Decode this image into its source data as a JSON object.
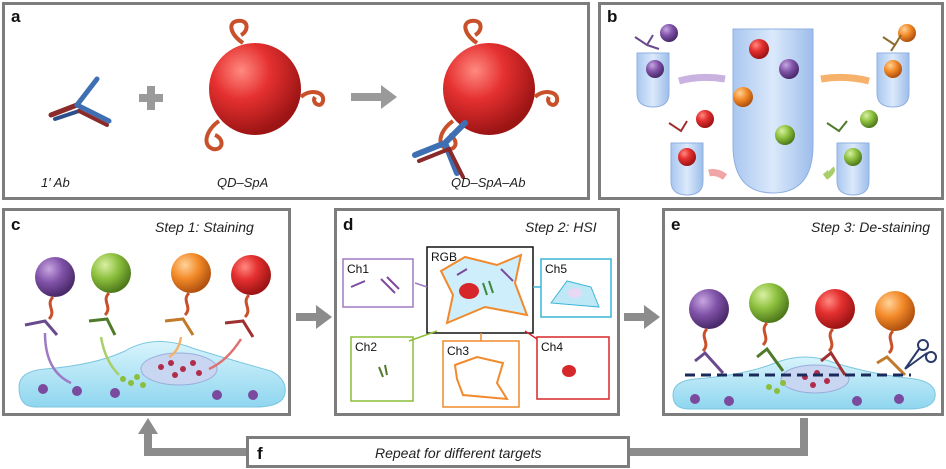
{
  "panel_a": {
    "label": "a",
    "caption_ab": "1′ Ab",
    "caption_qd": "QD–SpA",
    "caption_conj": "QD–SpA–Ab"
  },
  "panel_b": {
    "label": "b"
  },
  "panel_c": {
    "label": "c",
    "step": "Step 1: Staining"
  },
  "panel_d": {
    "label": "d",
    "step": "Step 2: HSI",
    "rgb": "RGB",
    "channels": [
      "Ch1",
      "Ch2",
      "Ch3",
      "Ch4",
      "Ch5"
    ]
  },
  "panel_e": {
    "label": "e",
    "step": "Step 3: De-staining"
  },
  "panel_f": {
    "label": "f",
    "text": "Repeat for different targets"
  },
  "colors": {
    "red": "#d6272a",
    "purple": "#7a4a9e",
    "green": "#8cbd3c",
    "orange": "#f08a2c",
    "cyan": "#3bb6d6",
    "frame": "#7d7d7d",
    "arrow": "#8c8c8c"
  }
}
